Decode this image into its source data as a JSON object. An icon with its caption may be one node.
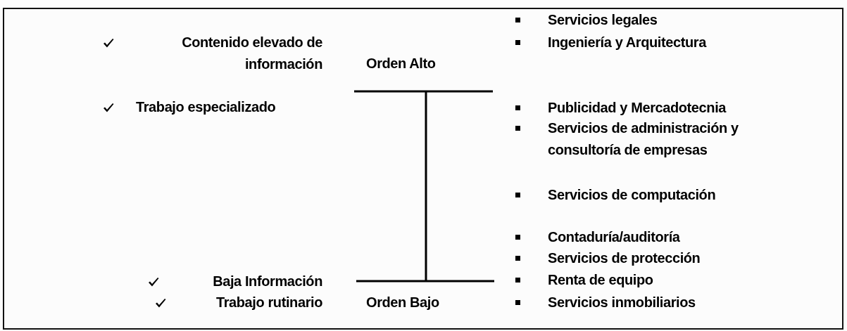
{
  "diagram": {
    "labels": [
      "Servicios legales",
      "Contenido elevado de información",
      "Ingeniería y Arquitectura",
      "Orden Alto",
      "Trabajo especializado",
      "Publicidad y Mercadotecnia",
      "Servicios de administración y consultoría de empresas",
      "Servicios de computación",
      "Contaduría/auditoría",
      "Servicios de protección",
      "Baja Información",
      "Renta de equipo",
      "Trabajo rutinario",
      "Orden Bajo",
      "Servicios inmobiliarios"
    ]
  }
}
